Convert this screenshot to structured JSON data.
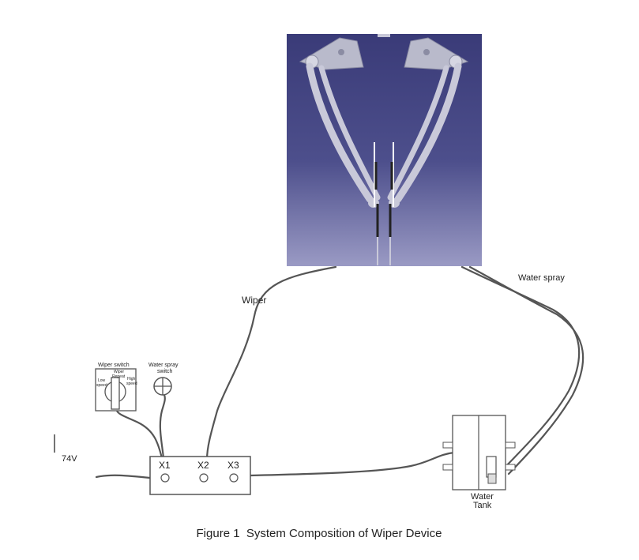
{
  "labels": {
    "wiper": "Wiper",
    "water_spray": "Water spray",
    "wiper_switch": "Wiper switch",
    "wiper_switch_low": "Low",
    "wiper_switch_low_2": "speed",
    "wiper_switch_wiper": "Wiper",
    "wiper_switch_repeat": "Repeat",
    "wiper_switch_high": "High",
    "wiper_switch_high_2": "speed",
    "water_spray_switch_1": "Water spray",
    "water_spray_switch_2": "switch",
    "voltage": "74V",
    "terminal_x1": "X1",
    "terminal_x2": "X2",
    "terminal_x3": "X3",
    "water_tank_1": "Water",
    "water_tank_2": "Tank"
  },
  "caption": "Figure 1  System Composition of Wiper Device",
  "colors": {
    "panel_top": "#3a3b78",
    "panel_mid": "#4d4f8c",
    "panel_bottom": "#8e8ebd",
    "arm": "#c9c9d9",
    "wire": "#555555"
  }
}
